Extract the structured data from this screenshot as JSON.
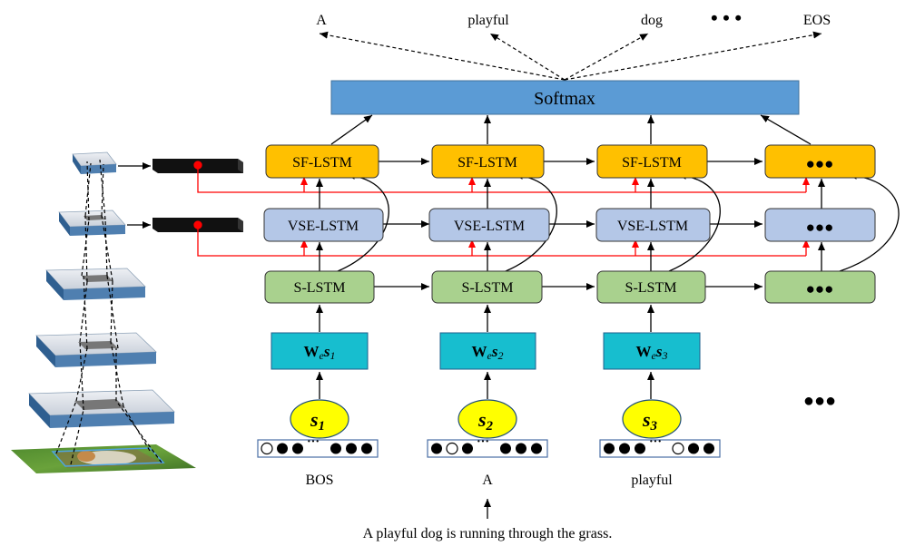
{
  "outputs": [
    "A",
    "playful",
    "dog",
    "• • •",
    "EOS"
  ],
  "softmax_label": "Softmax",
  "sf_lstm": [
    "SF-LSTM",
    "SF-LSTM",
    "SF-LSTM",
    "●●●"
  ],
  "vse_lstm": [
    "VSE-LSTM",
    "VSE-LSTM",
    "VSE-LSTM",
    "●●●"
  ],
  "s_lstm": [
    "S-LSTM",
    "S-LSTM",
    "S-LSTM",
    "●●●"
  ],
  "embed": [
    {
      "w": "W",
      "e": "e",
      "s": "s",
      "n": "1"
    },
    {
      "w": "W",
      "e": "e",
      "s": "s",
      "n": "2"
    },
    {
      "w": "W",
      "e": "e",
      "s": "s",
      "n": "3"
    }
  ],
  "tokens": [
    {
      "s": "s",
      "n": "1"
    },
    {
      "s": "s",
      "n": "2"
    },
    {
      "s": "s",
      "n": "3"
    }
  ],
  "onehot_dots": "···",
  "input_words": [
    "BOS",
    "A",
    "playful"
  ],
  "ellipsis_right": "●●●",
  "caption": "A playful dog is running through the grass.",
  "colors": {
    "softmax": "#5b9bd5",
    "sf_lstm": "#ffc000",
    "vse_lstm": "#b4c7e7",
    "s_lstm": "#a9d18e",
    "embed": "#17becf",
    "token": "#ffff00",
    "red": "#ff0000"
  }
}
